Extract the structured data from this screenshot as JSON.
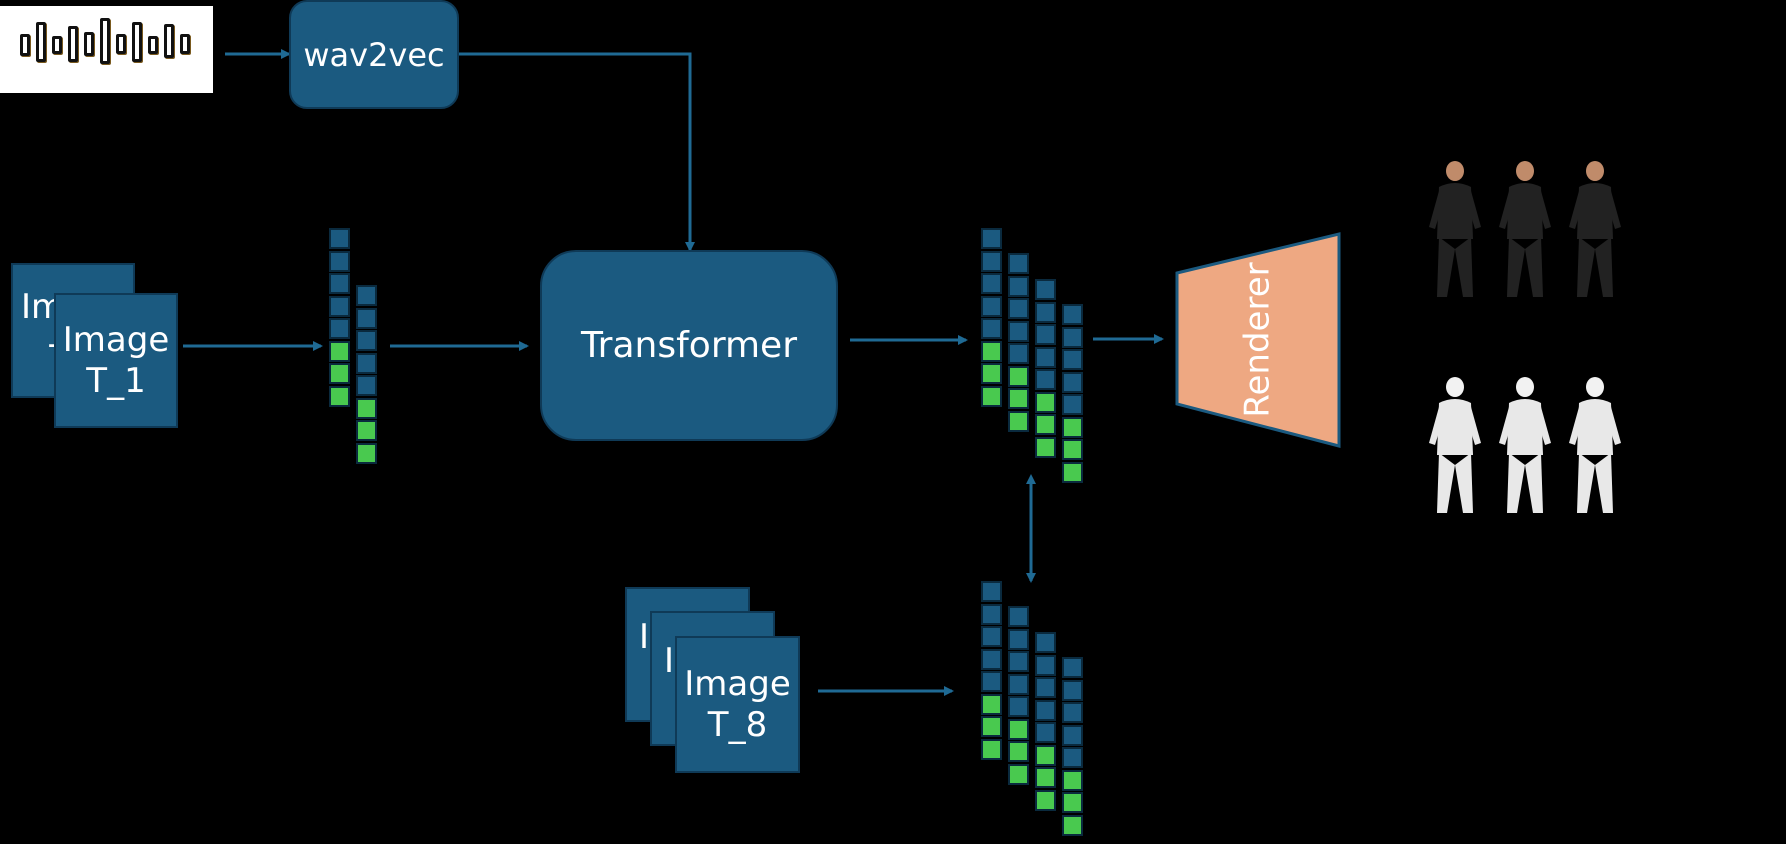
{
  "wav2vec": {
    "label": "wav2vec"
  },
  "transformer": {
    "label": "Transformer"
  },
  "image_stack_top": {
    "back_label_line1": "Im",
    "back_label_line2": "-",
    "front_label_line1": "Image",
    "front_label_line2": "T_1"
  },
  "image_stack_bottom": {
    "back1_label": "I",
    "back2_label": "I",
    "front_label_line1": "Image",
    "front_label_line2": "T_8"
  },
  "renderer": {
    "label": "Renderer"
  },
  "colors": {
    "module_fill": "#1b5a80",
    "token_audio": "#1b5a80",
    "token_image": "#49c94f",
    "renderer_fill": "#eea882",
    "arrow": "#1f6a94",
    "background": "#000000"
  },
  "token_columns": {
    "input": [
      {
        "blue": 5,
        "green": 3
      },
      {
        "blue": 5,
        "green": 3
      }
    ],
    "output_top": [
      {
        "blue": 5,
        "green": 3
      },
      {
        "blue": 5,
        "green": 3
      },
      {
        "blue": 5,
        "green": 3
      },
      {
        "blue": 5,
        "green": 3
      }
    ],
    "output_bottom": [
      {
        "blue": 5,
        "green": 3
      },
      {
        "blue": 5,
        "green": 3
      },
      {
        "blue": 5,
        "green": 3
      },
      {
        "blue": 5,
        "green": 3
      }
    ]
  },
  "outputs": {
    "rendered_people_count": 3,
    "mesh_figures_count": 3
  }
}
